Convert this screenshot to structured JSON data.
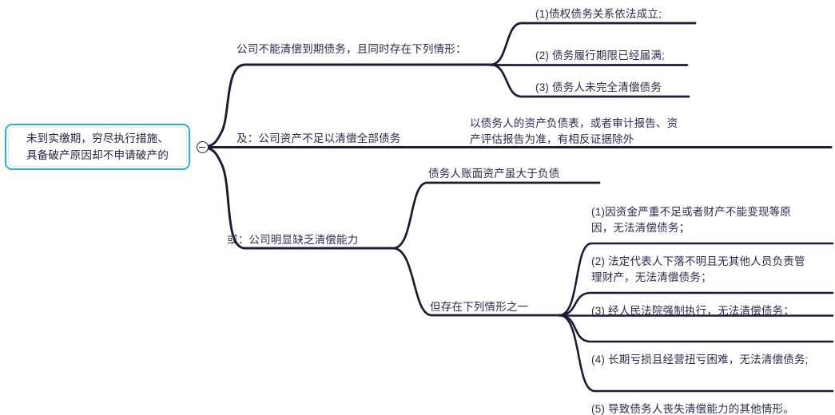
{
  "diagram": {
    "type": "mindmap",
    "title": "未到实缴期，穷尽执行措施、具备破产原因却不申请破产的",
    "colors": {
      "root_border": "#29ace3",
      "branch_line": "#1b1b38",
      "text": "#2a2a50",
      "background": "#ffffff"
    },
    "root": {
      "line1": "未到实缴期，穷尽执行措施、",
      "line2": "具备破产原因却不申请破产的",
      "toggle_icon": "minus-circle-icon"
    },
    "branches": [
      {
        "id": "branch-1",
        "label": "公司不能清偿到期债务，且同时存在下列情形：",
        "children": [
          {
            "id": "b1-c1",
            "label": "(1)债权债务关系依法成立;"
          },
          {
            "id": "b1-c2",
            "label": "(2) 债务履行期限已经届满;"
          },
          {
            "id": "b1-c3",
            "label": "(3) 债务人未完全清偿债务"
          }
        ]
      },
      {
        "id": "branch-2",
        "label": "及：公司资产不足以清偿全部债务",
        "children": [
          {
            "id": "b2-c1",
            "line1": "以债务人的资产负债表，或者审计报告、资",
            "line2": "产评估报告为准，有相反证据除外"
          }
        ]
      },
      {
        "id": "branch-3",
        "label": "或：公司明显缺乏清偿能力",
        "children": [
          {
            "id": "b3-c1",
            "label": "债务人账面资产虽大于负债"
          },
          {
            "id": "b3-c2",
            "label": "但存在下列情形之一",
            "children": [
              {
                "id": "b3-c2-1",
                "line1": "(1)因资金严重不足或者财产不能变现等原",
                "line2": "因，无法清偿债务；"
              },
              {
                "id": "b3-c2-2",
                "line1": "(2) 法定代表人下落不明且无其他人员负责管",
                "line2": "理财产，无法清偿债务；"
              },
              {
                "id": "b3-c2-3",
                "label": "(3) 经人民法院强制执行，无法清偿债务；"
              },
              {
                "id": "b3-c2-4",
                "label": "(4) 长期亏损且经营扭亏困难，无法清偿债务;"
              },
              {
                "id": "b3-c2-5",
                "label": "(5) 导致债务人丧失清偿能力的其他情形。"
              }
            ]
          }
        ]
      }
    ]
  }
}
